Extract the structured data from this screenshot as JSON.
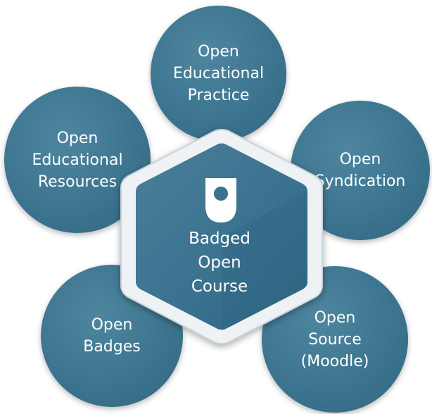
{
  "nodes": {
    "practice": "Open\nEducational\nPractice",
    "resources": "Open\nEducational\nResources",
    "syndication": "Open\nSyndication",
    "badges": "Open\nBadges",
    "source": "Open\nSource\n(Moodle)"
  },
  "center": {
    "label": "Badged\nOpen\nCourse",
    "logo": "open-university-shield-icon"
  },
  "colors": {
    "circle": "#3d7590",
    "hexagon": "#3b7290",
    "hexagon_border": "#eef2f5",
    "text": "#ffffff"
  }
}
